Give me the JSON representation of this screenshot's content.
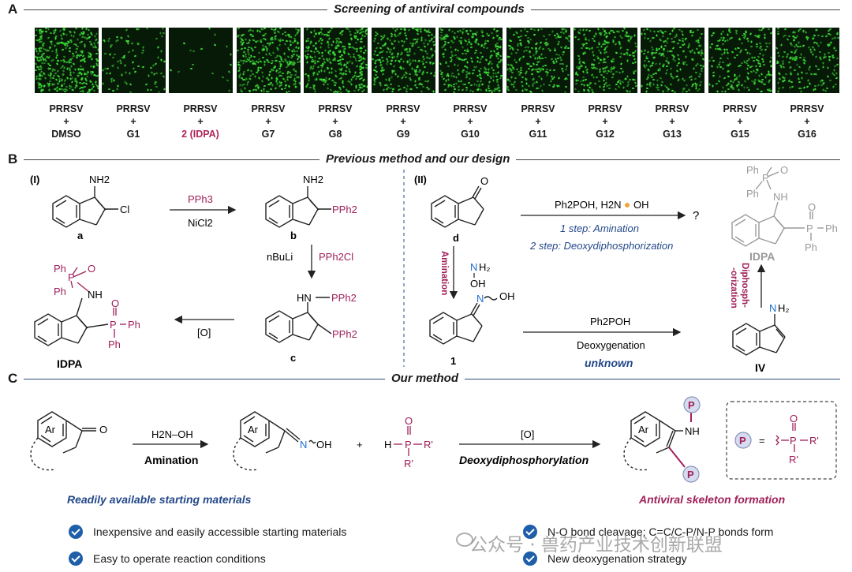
{
  "sectionA": {
    "letter": "A",
    "title": "Screening of antiviral compounds"
  },
  "sectionB": {
    "letter": "B",
    "title": "Previous method and our design"
  },
  "sectionC": {
    "letter": "C",
    "title": "Our method"
  },
  "panels": [
    {
      "virus": "PRRSV",
      "plus": "+",
      "drug": "DMSO",
      "highlight": false,
      "density": 1.0
    },
    {
      "virus": "PRRSV",
      "plus": "+",
      "drug": "G1",
      "highlight": false,
      "density": 0.25
    },
    {
      "virus": "PRRSV",
      "plus": "+",
      "drug": "2 (IDPA)",
      "highlight": true,
      "density": 0.05
    },
    {
      "virus": "PRRSV",
      "plus": "+",
      "drug": "G7",
      "highlight": false,
      "density": 0.85
    },
    {
      "virus": "PRRSV",
      "plus": "+",
      "drug": "G8",
      "highlight": false,
      "density": 0.9
    },
    {
      "virus": "PRRSV",
      "plus": "+",
      "drug": "G9",
      "highlight": false,
      "density": 0.7
    },
    {
      "virus": "PRRSV",
      "plus": "+",
      "drug": "G10",
      "highlight": false,
      "density": 0.75
    },
    {
      "virus": "PRRSV",
      "plus": "+",
      "drug": "G11",
      "highlight": false,
      "density": 0.6
    },
    {
      "virus": "PRRSV",
      "plus": "+",
      "drug": "G12",
      "highlight": false,
      "density": 0.65
    },
    {
      "virus": "PRRSV",
      "plus": "+",
      "drug": "G13",
      "highlight": false,
      "density": 0.6
    },
    {
      "virus": "PRRSV",
      "plus": "+",
      "drug": "G15",
      "highlight": false,
      "density": 0.55
    },
    {
      "virus": "PRRSV",
      "plus": "+",
      "drug": "G16",
      "highlight": false,
      "density": 0.5
    }
  ],
  "schemeI": {
    "tag": "(I)",
    "nh2": "NH2",
    "cl": "Cl",
    "pph2": "PPh2",
    "pph3": "PPh3",
    "nicl2": "NiCl2",
    "a": "a",
    "b": "b",
    "c": "c",
    "buli": "nBuLi",
    "pph2cl": "PPh2Cl",
    "hn": "HN",
    "oxid": "[O]",
    "ph": "Ph",
    "p": "P",
    "o": "O",
    "nh": "NH",
    "idpa": "IDPA"
  },
  "schemeII": {
    "tag": "(II)",
    "o": "O",
    "d": "d",
    "reagent1": "Ph2POH, H2N",
    "oh": "OH",
    "step1": "1 step: Amination",
    "step2": "2 step: Deoxydiphosphorization",
    "q": "?",
    "amination": "Amination",
    "n": "N",
    "nh2": "NH2",
    "noh": "N",
    "oh2": "OH",
    "one": "1",
    "ph2poh": "Ph2POH",
    "deox": "Deoxygenation",
    "unknown": "unknown",
    "iv": "IV",
    "diphos1": "Diphosph-",
    "diphos2": "-orization",
    "idpa": "IDPA"
  },
  "schemeC": {
    "ar": "Ar",
    "o": "O",
    "reagent": "H2N–OH",
    "amination": "Amination",
    "noh": "N",
    "ohLabel": "OH",
    "plus": "+",
    "h": "H",
    "p": "P",
    "r1": "R'",
    "r2": "R'",
    "oxid": "[O]",
    "deox": "Deoxydiphosphorylation",
    "nh": "NH",
    "pcircle": "P",
    "eq": "=",
    "readily": "Readily available  starting materials",
    "antiviral": "Antiviral skeleton formation"
  },
  "bullets": [
    "Inexpensive and easily accessible starting materials",
    "Easy to operate reaction conditions",
    "N-O bond cleavage; C=C/C-P/N-P bonds form",
    "New deoxygenation strategy"
  ],
  "watermark": "公众号 · 兽药产业技术创新联盟"
}
